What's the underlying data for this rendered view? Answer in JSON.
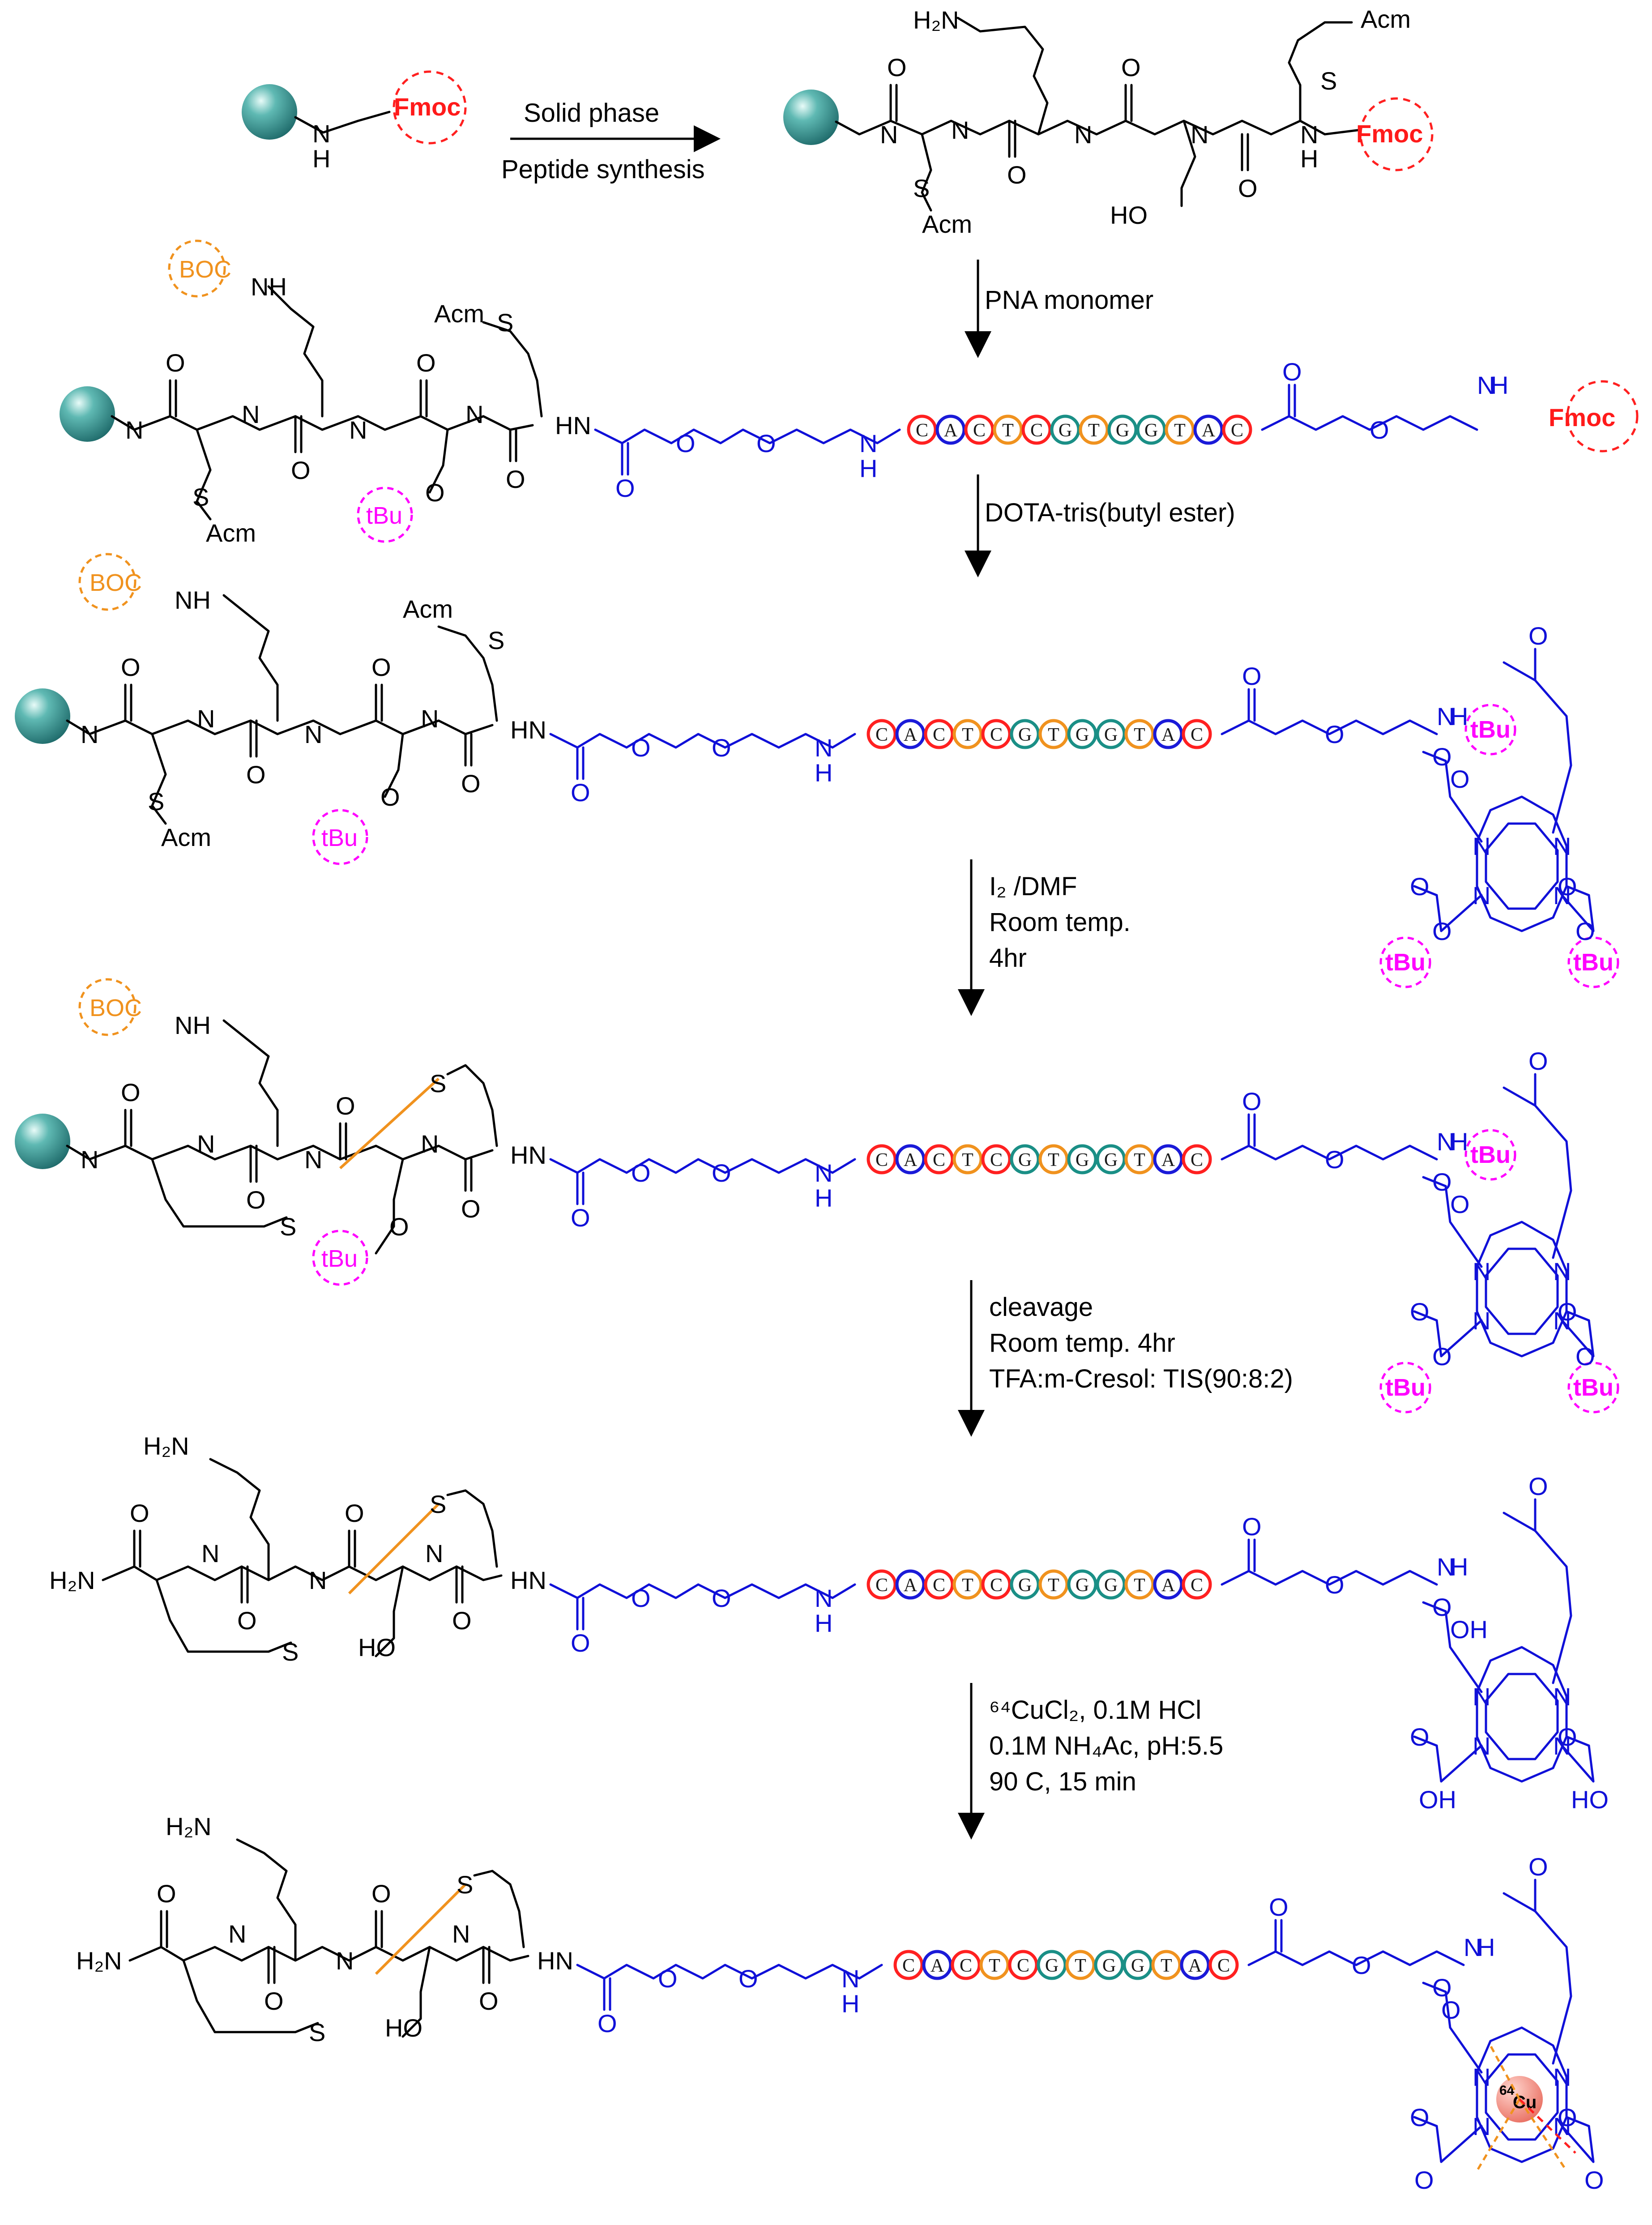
{
  "labels": {
    "fmoc": "Fmoc",
    "nh": "NH",
    "n": "N",
    "h": "H",
    "o": "O",
    "s": "S",
    "ho": "HO",
    "oh": "OH",
    "hn": "HN",
    "h2n": "H₂N",
    "acm": "Acm",
    "boc": "BOC",
    "tbu": "tBu",
    "cu": "Cu",
    "cu_mass": "64"
  },
  "steps": [
    {
      "line1": "Solid phase",
      "line2": "Peptide synthesis"
    },
    {
      "line1": "PNA monomer"
    },
    {
      "line1": "DOTA-tris(butyl ester)"
    },
    {
      "line1": "I₂ /DMF",
      "line2": "Room temp.",
      "line3": "4hr"
    },
    {
      "line1": "cleavage",
      "line2": "Room temp. 4hr",
      "line3": "TFA:m-Cresol: TIS(90:8:2)"
    },
    {
      "line1": "⁶⁴CuCl₂, 0.1M HCl",
      "line2": "0.1M NH₄Ac, pH:5.5",
      "line3": "90 C, 15 min"
    }
  ],
  "pna_sequence": [
    "C",
    "A",
    "C",
    "T",
    "C",
    "G",
    "T",
    "G",
    "G",
    "T",
    "A",
    "C"
  ],
  "base_colors": {
    "A": "#1a1ad8",
    "C": "#ff2020",
    "G": "#1a8f86",
    "T": "#f0921e"
  },
  "colors": {
    "bead": "#2f8f8f",
    "pna_linker": "#1010d8",
    "fmoc": "#ff1a1a",
    "boc": "#f0921e",
    "tbu": "#ff00ff",
    "disulfide_link": "#f0921e",
    "cu": "#f08a80"
  }
}
